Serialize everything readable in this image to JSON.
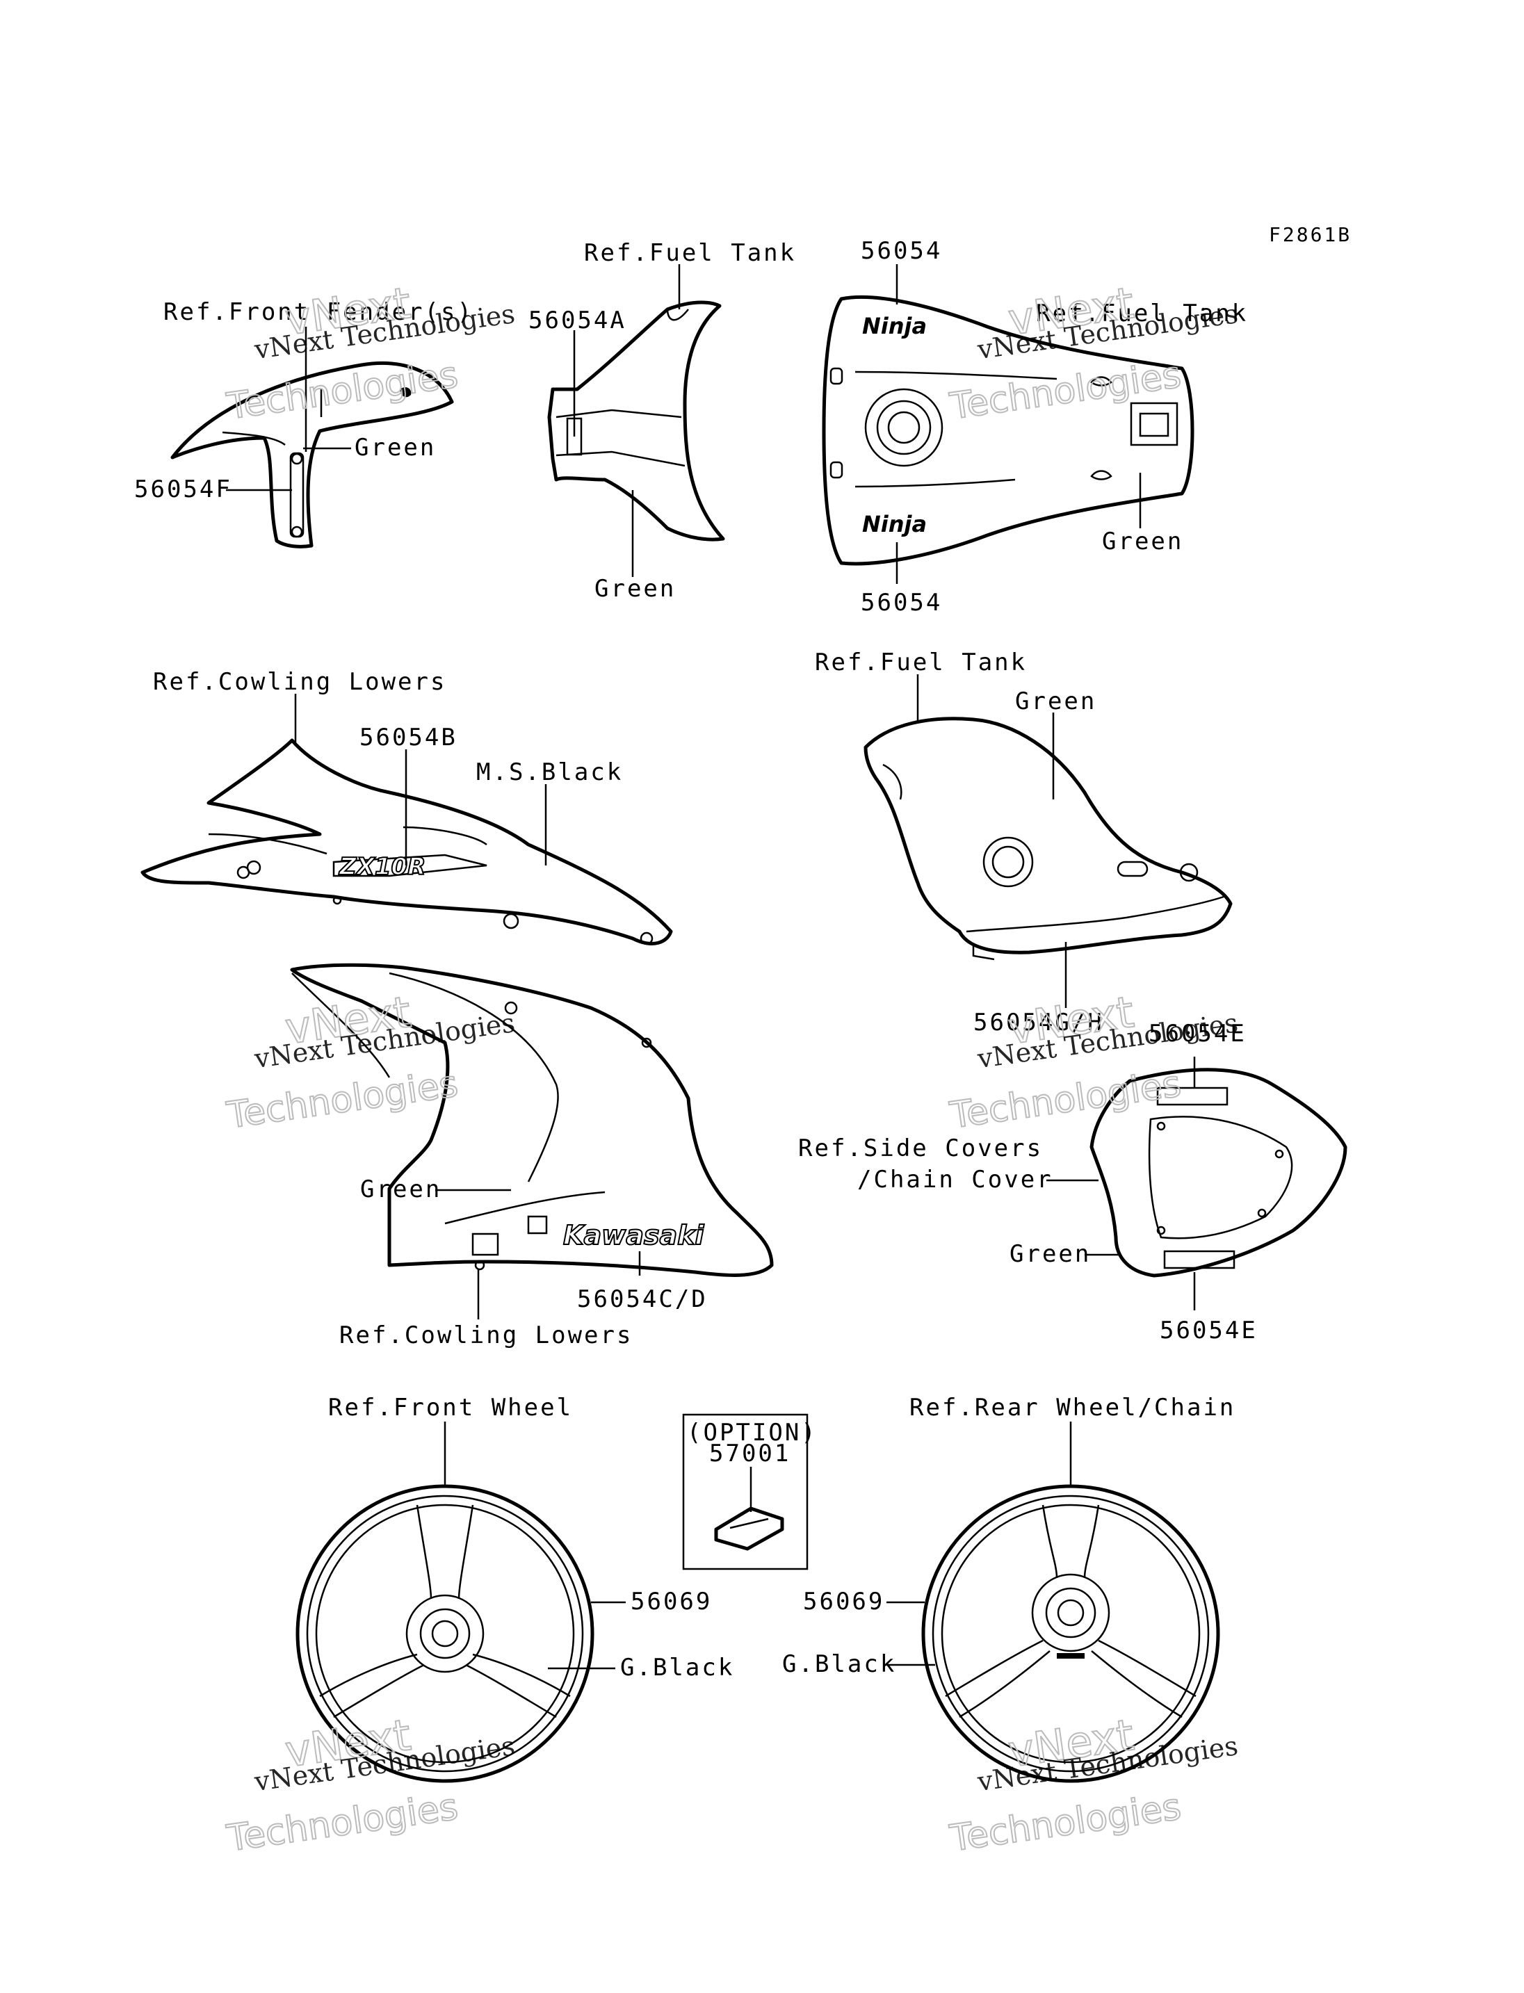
{
  "figure_code": "F2861B",
  "watermark": {
    "company": "vNext Technologies",
    "line1": "vNext",
    "line2": "Technologies"
  },
  "labels": {
    "ref_front_fender": "Ref.Front Fender(s)",
    "green_fender": "Green",
    "p56054F": "56054F",
    "ref_fuel_tank_top": "Ref.Fuel Tank",
    "p56054A": "56054A",
    "green_tank_cover": "Green",
    "p56054_top": "56054",
    "ref_fuel_tank_right": "Ref.Fuel Tank",
    "green_tank": "Green",
    "p56054_bottom": "56054",
    "ref_cowling_lowers_top": "Ref.Cowling Lowers",
    "p56054B": "56054B",
    "ms_black": "M.S.Black",
    "ref_fuel_tank_mid": "Ref.Fuel Tank",
    "green_tank_side": "Green",
    "p56054GH": "56054G/H",
    "green_cowl": "Green",
    "p56054CD": "56054C/D",
    "ref_cowling_lowers_bottom": "Ref.Cowling Lowers",
    "p56054E_top": "56054E",
    "ref_side_covers": "Ref.Side Covers",
    "chain_cover": "/Chain Cover",
    "green_seat": "Green",
    "p56054E_bottom": "56054E",
    "ref_front_wheel": "Ref.Front Wheel",
    "option": "(OPTION)",
    "p57001": "57001",
    "ref_rear_wheel": "Ref.Rear Wheel/Chain",
    "p56069_left": "56069",
    "g_black_left": "G.Black",
    "p56069_right": "56069",
    "g_black_right": "G.Black"
  },
  "decal_text": {
    "zx10r": "ZX10R",
    "kawasaki": "Kawasaki",
    "ninja": "Ninja"
  },
  "colors": {
    "line": "#000000",
    "background": "#ffffff",
    "watermark_outline": "#bbbbbb"
  }
}
